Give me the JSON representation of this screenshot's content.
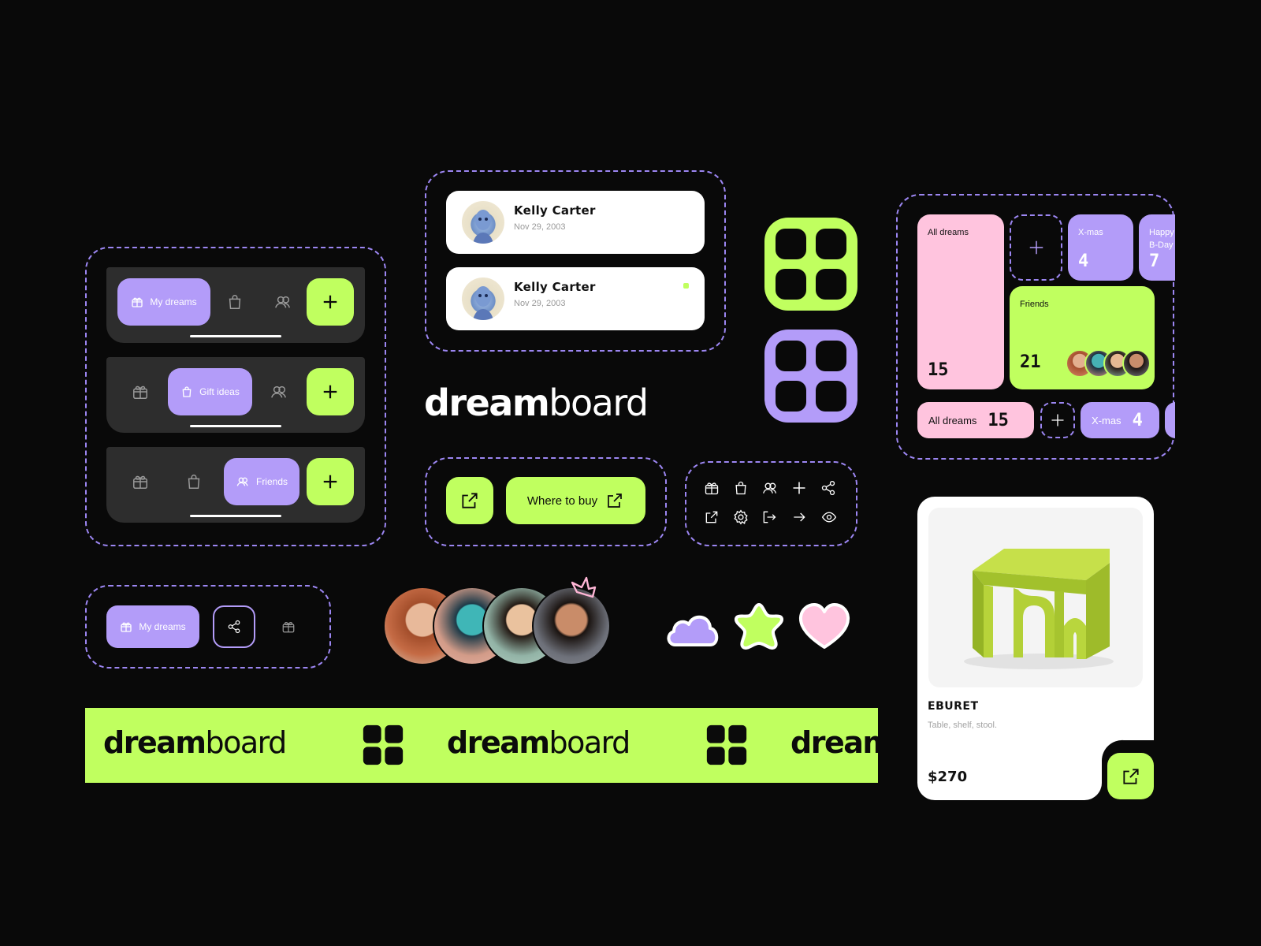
{
  "colors": {
    "background": "#090909",
    "lime": "#c0ff5f",
    "lilac": "#b39cf9",
    "pink": "#ffc4de",
    "dash": "#9c86f2"
  },
  "brand": {
    "strong": "dream",
    "light": "board"
  },
  "nav_bars": [
    {
      "active_label": "My dreams",
      "active_icon": "gift-icon",
      "icons": [
        "shopping-bag-icon",
        "friends-icon"
      ]
    },
    {
      "active_label": "Gift ideas",
      "active_icon": "shopping-bag-icon",
      "icons": [
        "gift-icon",
        "friends-icon"
      ]
    },
    {
      "active_label": "Friends",
      "active_icon": "friends-icon",
      "icons": [
        "gift-icon",
        "shopping-bag-icon"
      ]
    }
  ],
  "mini_nav": {
    "active_label": "My dreams",
    "icons": [
      "share-icon",
      "gift-icon"
    ]
  },
  "contacts": [
    {
      "name": "Kelly Carter",
      "date": "Nov 29, 2003",
      "online": false
    },
    {
      "name": "Kelly Carter",
      "date": "Nov 29, 2003",
      "online": true
    }
  ],
  "buttons": {
    "where_to_buy": "Where to buy"
  },
  "icon_set": [
    "gift-icon",
    "shopping-bag-icon",
    "friends-icon",
    "plus-icon",
    "share-icon",
    "external-link-icon",
    "settings-icon",
    "logout-icon",
    "arrow-right-icon",
    "eye-icon"
  ],
  "board": {
    "all_dreams": {
      "label": "All dreams",
      "count": "15"
    },
    "xmas": {
      "label": "X-mas",
      "count": "4"
    },
    "bday": {
      "label": "Happy B-Day",
      "count": "7"
    },
    "friends": {
      "label": "Friends",
      "count": "21"
    }
  },
  "chips": {
    "all_dreams": {
      "label": "All dreams",
      "count": "15"
    },
    "xmas": {
      "label": "X-mas",
      "count": "4"
    }
  },
  "shapes": [
    "cloud-icon",
    "star-icon",
    "heart-icon"
  ],
  "product": {
    "name": "EBURET",
    "description": "Table, shelf, stool.",
    "price": "$270"
  }
}
